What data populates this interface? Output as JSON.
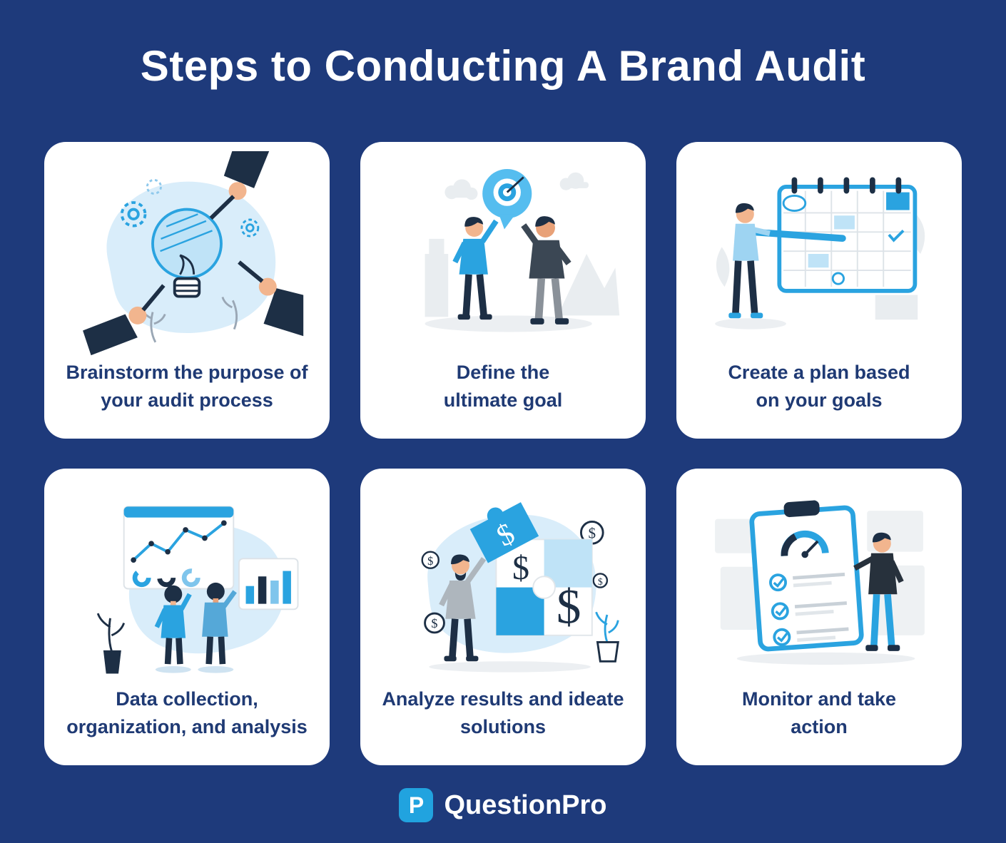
{
  "page": {
    "title": "Steps to Conducting A Brand Audit"
  },
  "theme": {
    "background": "#1e3a7b",
    "card_background": "#ffffff",
    "caption_color": "#1f3a74",
    "accent_blue": "#2aa3e0",
    "light_blue": "#d9edfa",
    "dark_ink": "#1d2f45"
  },
  "cards": [
    {
      "illustration": "brainstorm-hands-lightbulb-icon",
      "caption": "Brainstorm the purpose of\nyour audit process"
    },
    {
      "illustration": "two-people-target-bubble-icon",
      "caption": "Define the\nultimate goal"
    },
    {
      "illustration": "person-calendar-plan-icon",
      "caption": "Create a plan based\non your goals"
    },
    {
      "illustration": "people-analytics-dashboards-icon",
      "caption": "Data collection,\norganization, and analysis"
    },
    {
      "illustration": "person-dollar-puzzle-icon",
      "caption": "Analyze results and ideate\nsolutions"
    },
    {
      "illustration": "person-checklist-gauge-icon",
      "caption": "Monitor and take\naction"
    }
  ],
  "footer": {
    "brand_name": "QuestionPro",
    "logo_letter": "P"
  }
}
